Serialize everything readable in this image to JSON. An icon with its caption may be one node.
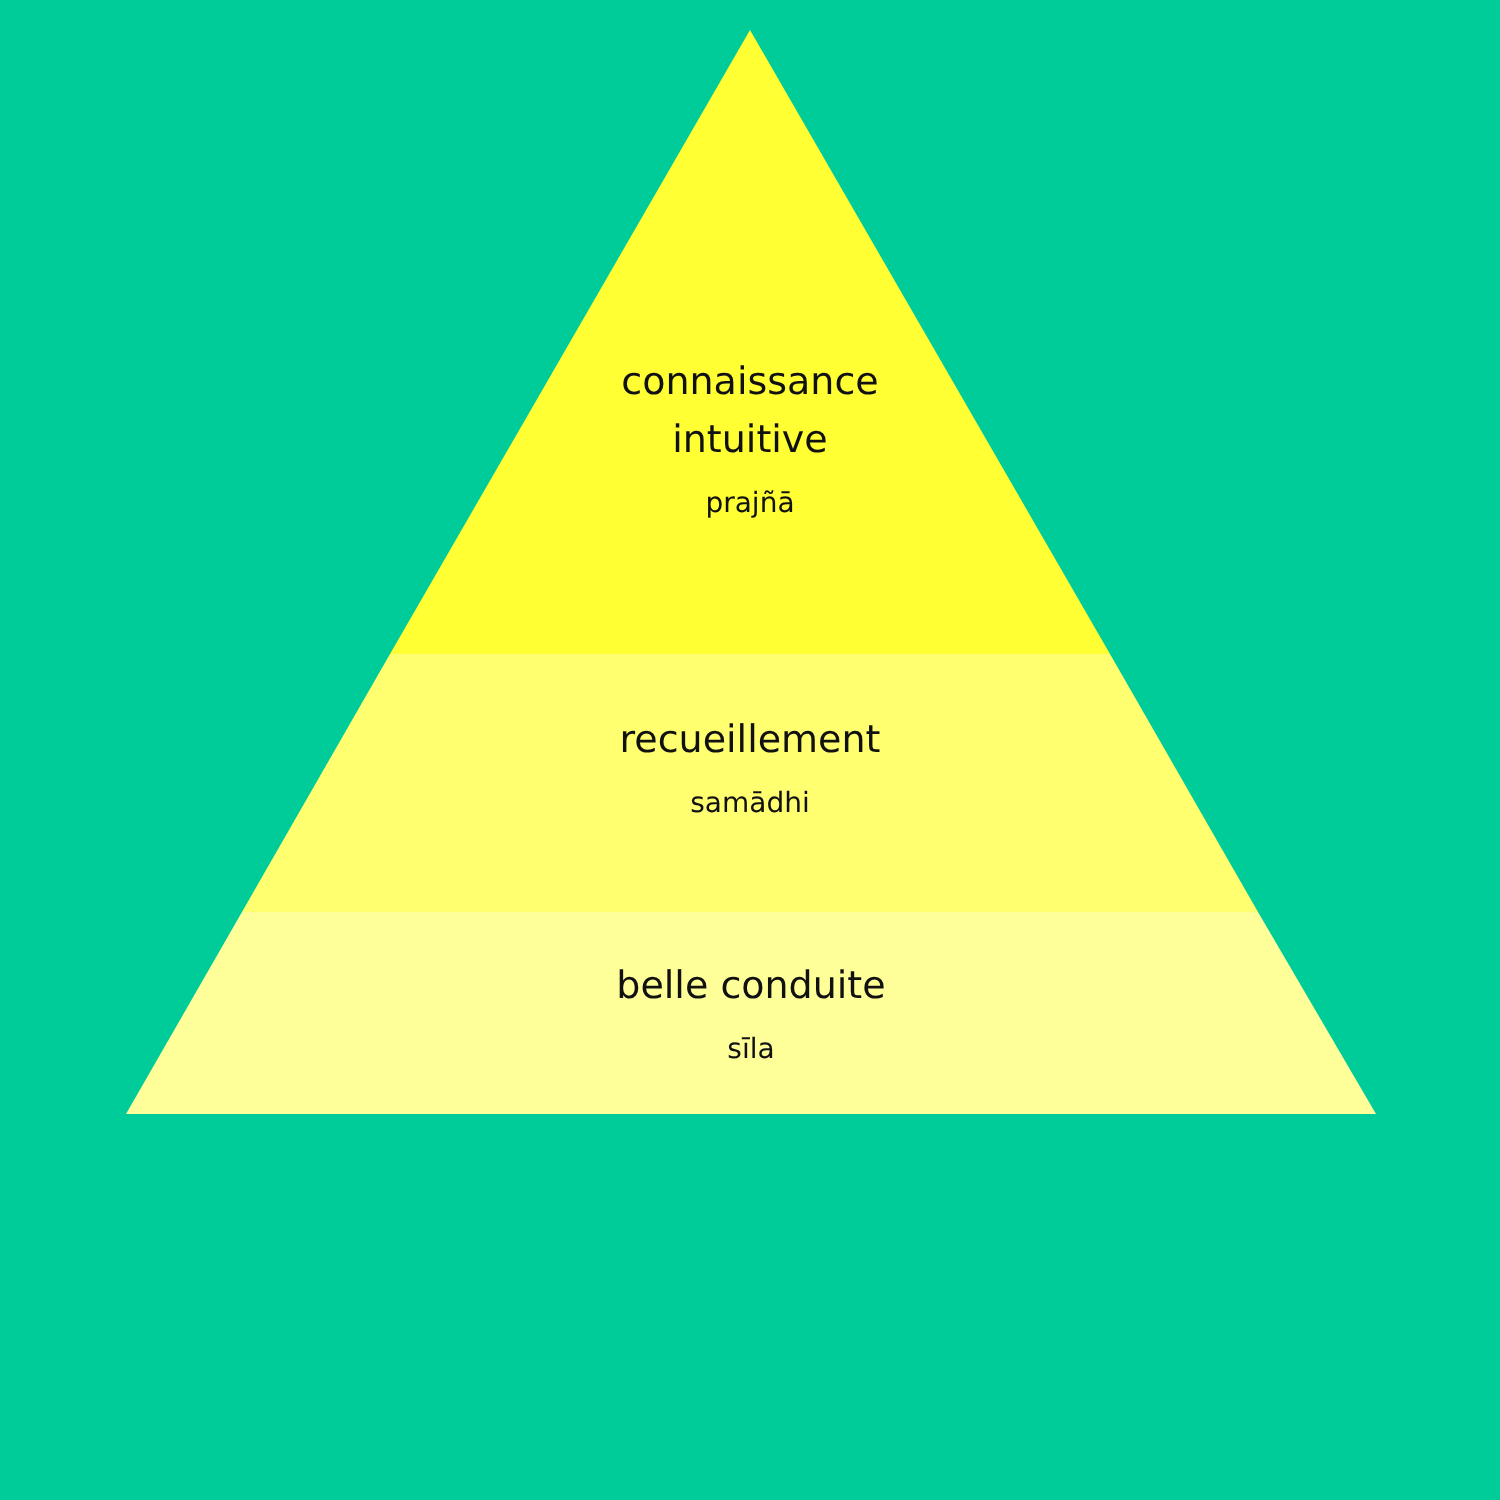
{
  "diagram": {
    "nodes": [
      {
        "text": [
          "connaissance intuitive",
          "prajñā"
        ]
      },
      {
        "text": [
          "recueillement",
          "samādhi"
        ]
      },
      {
        "text": [
          "belle conduite",
          "sīla"
        ]
      }
    ]
  }
}
